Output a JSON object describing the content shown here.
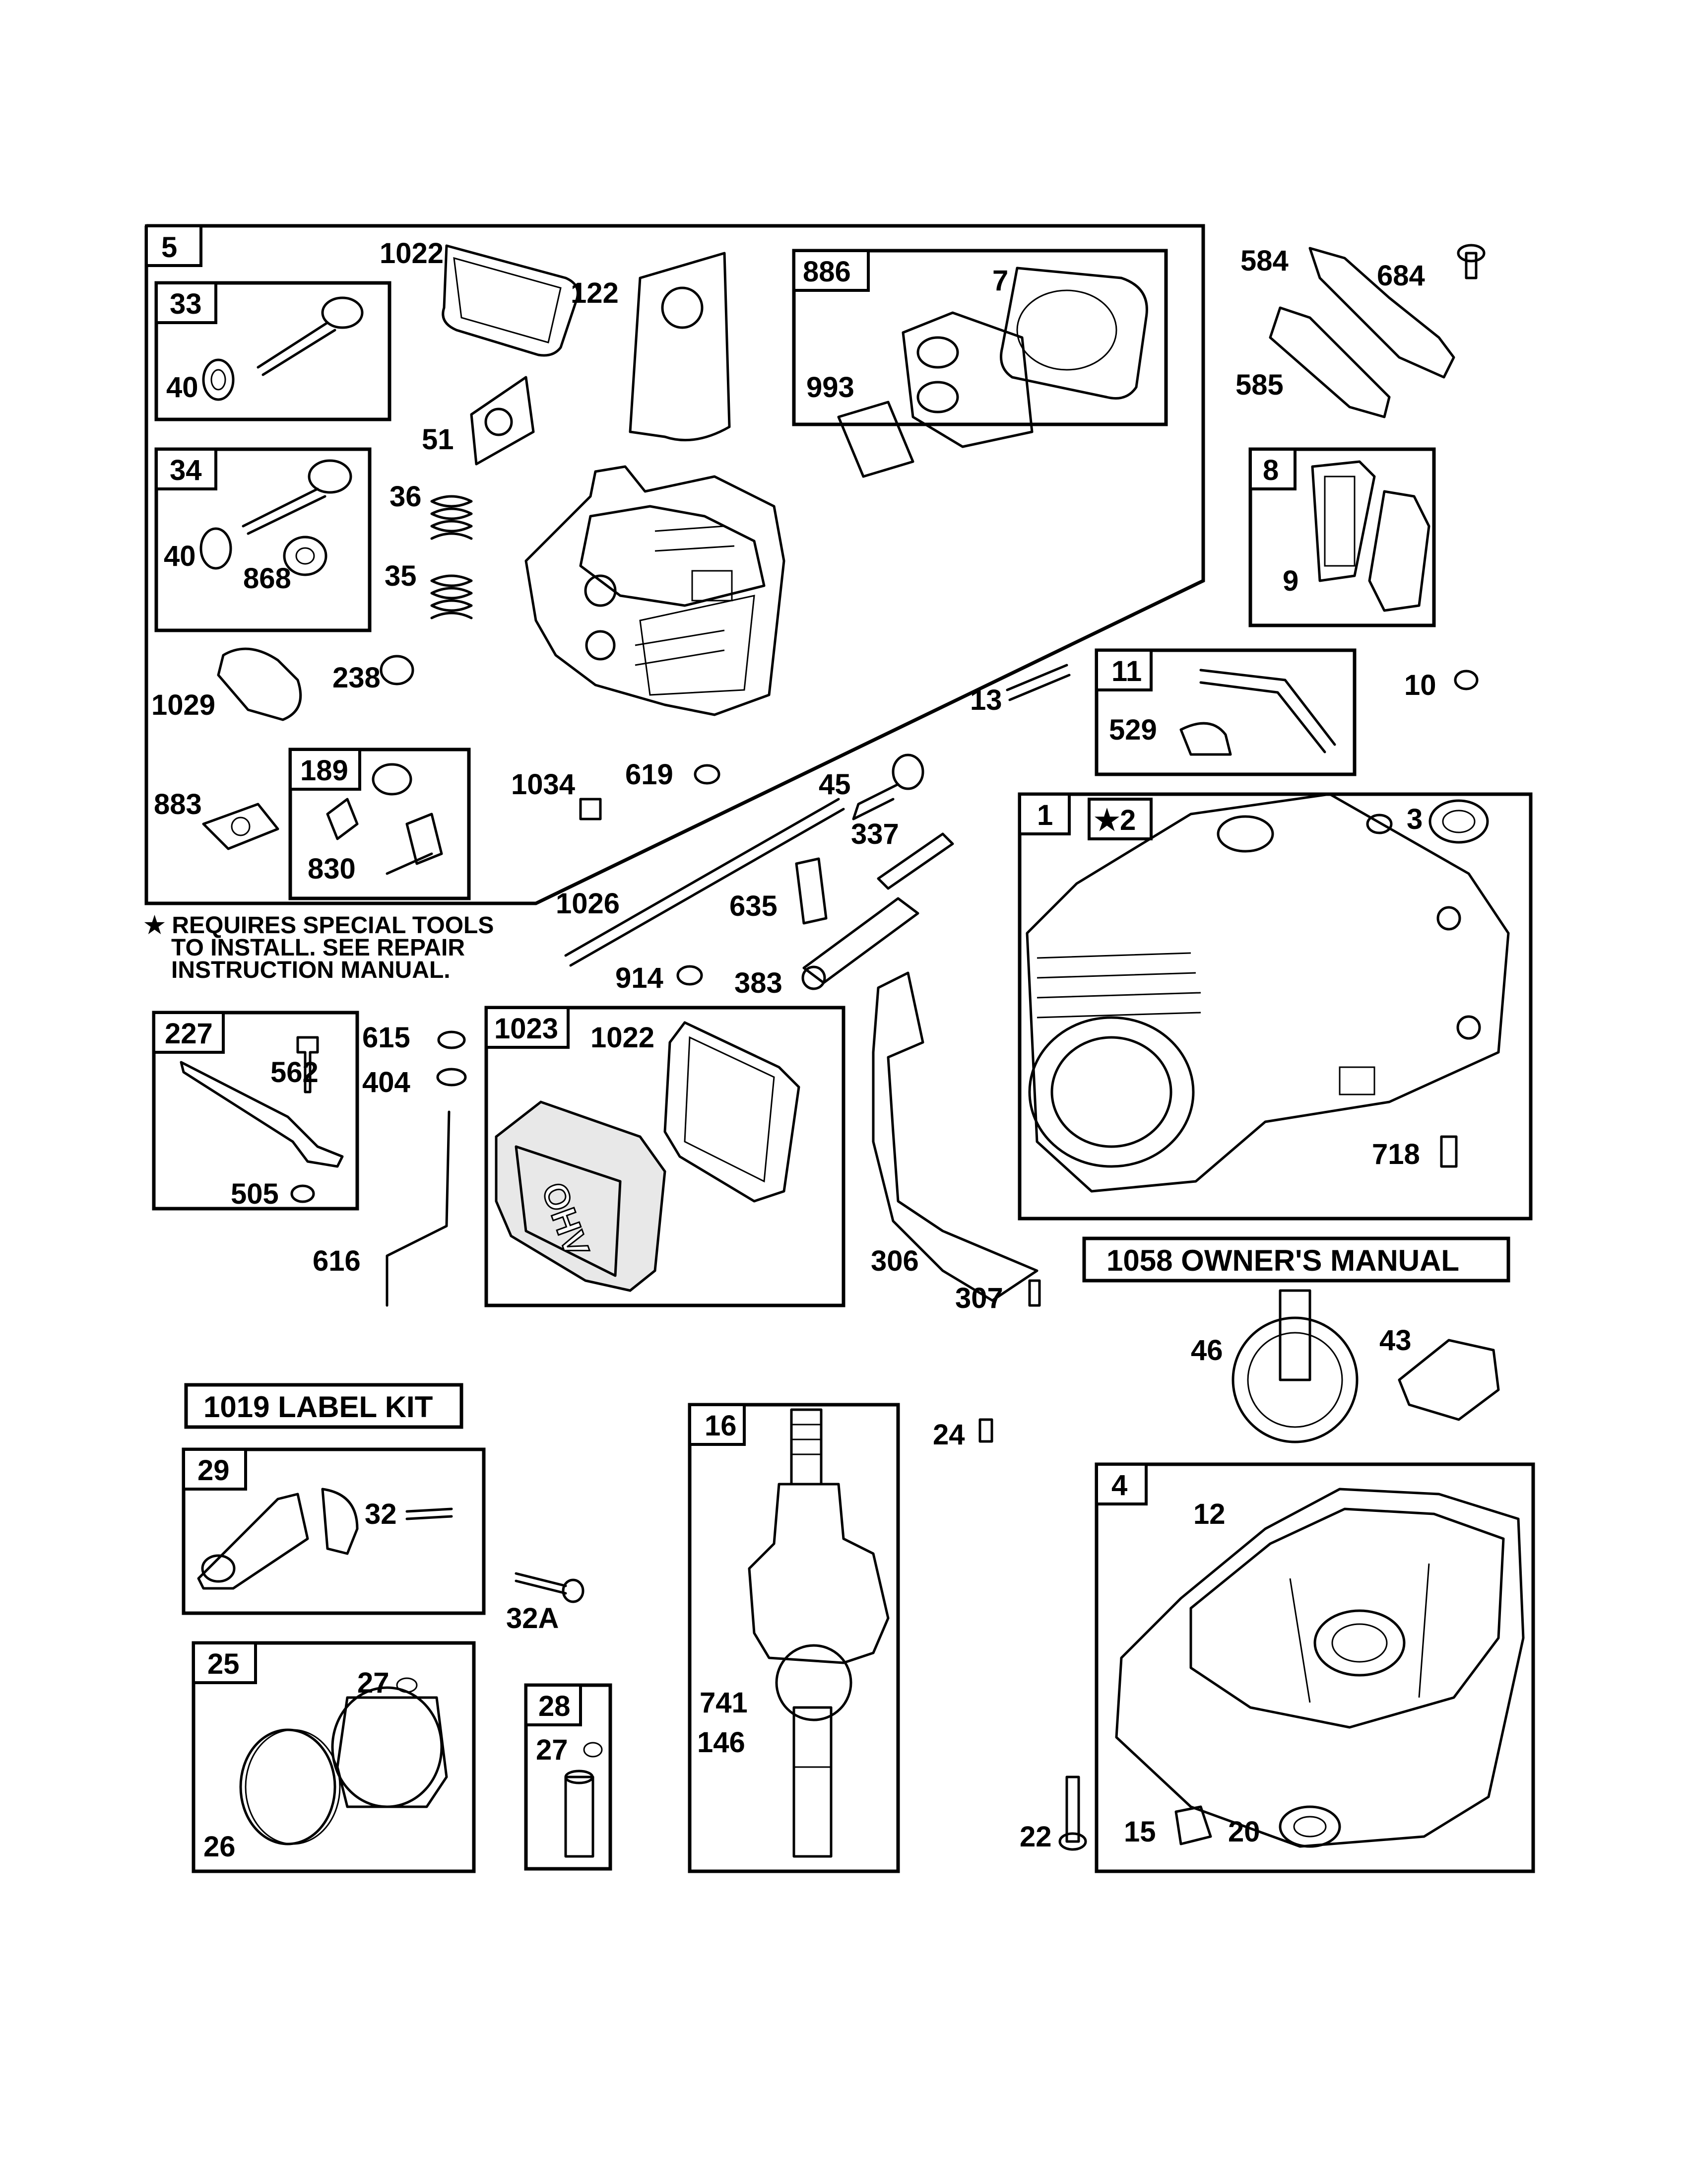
{
  "box_labels": {
    "b5": "5",
    "b33": "33",
    "b34": "34",
    "b189": "189",
    "b886": "886",
    "b8": "8",
    "b11": "11",
    "b1": "1",
    "b_star2": "★2",
    "b227": "227",
    "b1023": "1023",
    "b16": "16",
    "b29": "29",
    "b25": "25",
    "b28": "28",
    "b4": "4"
  },
  "part_labels": {
    "p1022a": "1022",
    "p122": "122",
    "p40a": "40",
    "p51": "51",
    "p36": "36",
    "p35": "35",
    "p40b": "40",
    "p868": "868",
    "p238": "238",
    "p1029": "1029",
    "p883": "883",
    "p830": "830",
    "p7": "7",
    "p993": "993",
    "p584": "584",
    "p684": "684",
    "p585": "585",
    "p9": "9",
    "p13": "13",
    "p529": "529",
    "p10": "10",
    "p1034": "1034",
    "p619": "619",
    "p45": "45",
    "p337": "337",
    "p635": "635",
    "p1026": "1026",
    "p914": "914",
    "p383": "383",
    "p3": "3",
    "p718": "718",
    "p562": "562",
    "p615": "615",
    "p404": "404",
    "p505": "505",
    "p616": "616",
    "p1022b": "1022",
    "p306": "306",
    "p307": "307",
    "p46": "46",
    "p43": "43",
    "p24": "24",
    "p32": "32",
    "p32a": "32A",
    "p27a": "27",
    "p27b": "27",
    "p26": "26",
    "p741": "741",
    "p146": "146",
    "p12": "12",
    "p22": "22",
    "p15": "15",
    "p20": "20"
  },
  "note": {
    "line1": "★ REQUIRES SPECIAL TOOLS",
    "line2": "TO INSTALL.  SEE REPAIR",
    "line3": "INSTRUCTION MANUAL."
  },
  "titles": {
    "owners_manual": "1058 OWNER'S MANUAL",
    "label_kit": "1019 LABEL KIT"
  },
  "cover_text": "OHV"
}
